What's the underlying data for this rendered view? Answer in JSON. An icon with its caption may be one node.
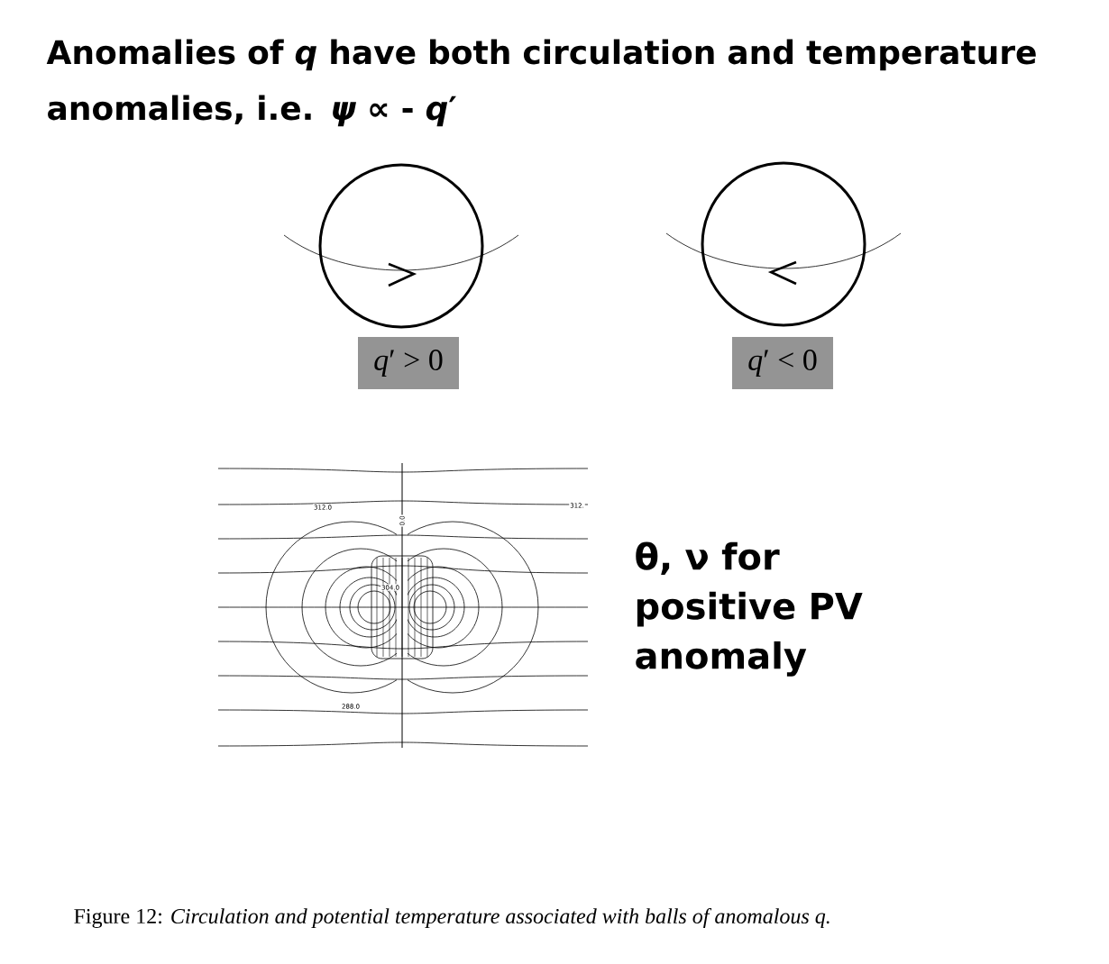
{
  "diagram": {
    "title": "Anomalies of *q* have both circulation and temperature anomalies, i.e. *ψ* ∝ - *q*′",
    "caption": "Figure 12: *Circulation and potential temperature associated with balls of anomalous q.*",
    "nodes": [
      {
        "text": [
          "*q*′ > 0"
        ]
      },
      {
        "text": [
          "*q*′ < 0"
        ]
      }
    ],
    "labels": [
      "312.0",
      "312.",
      "0.0",
      "304.0",
      "288.0",
      "θ, ν for positive PV anomaly"
    ]
  }
}
